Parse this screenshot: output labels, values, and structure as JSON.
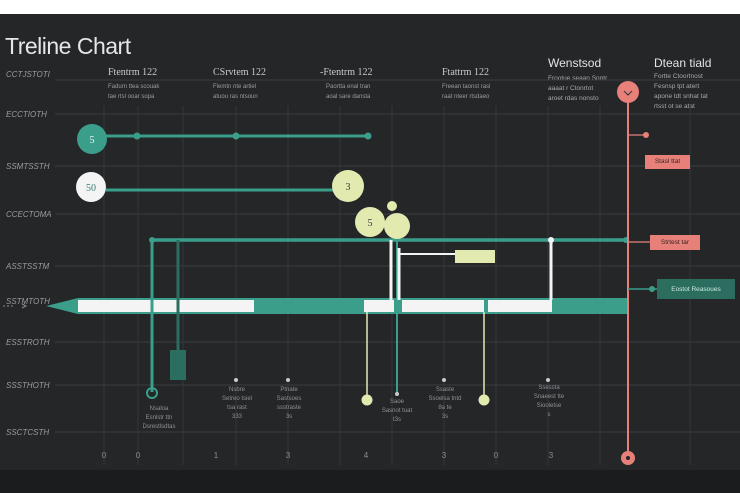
{
  "chart_data": {
    "type": "timeline",
    "title": "Treline Chart",
    "columns": [
      {
        "heading": "Ftentrm 122",
        "lines": [
          "Fadurn ttea scouak",
          "tae rtsl ooar sopa"
        ]
      },
      {
        "heading": "CSrvtem 122",
        "lines": [
          "Flemtn nte artiel",
          "atuou ras ntsoun"
        ]
      },
      {
        "heading": "-Ftentrm 122",
        "lines": [
          "Paortta enal tran",
          "aoal sare dansta"
        ]
      },
      {
        "heading": "Ftattrm 122",
        "lines": [
          "Freean taonst rasl",
          "raat nteer rtsdaeo"
        ]
      }
    ],
    "right_headers": [
      {
        "heading": "Wenstsod",
        "lines": [
          "Frootue seaan Sontr",
          "aaaat r Ctonrtot",
          "aroet rdas nonsto"
        ]
      },
      {
        "heading": "Dtean tiald",
        "lines": [
          "Fortte Ctoortnost",
          "Fesnsp tpt atert",
          "apone tdt snhat tat",
          "rtsst ot se atat"
        ]
      }
    ],
    "row_labels": [
      "CCTJSTOTI",
      "ECCTIOTH",
      "SSMTSSTH",
      "CCECTOMA",
      "ASSTSSTM",
      "SSTMTOTH",
      "ESSTROTH",
      "SSSTHOTH",
      "SSCTCSTH"
    ],
    "x_ticks": [
      "0",
      "0",
      "1",
      "3",
      "4",
      "3",
      "0",
      "3"
    ],
    "milestones": [
      "5",
      "50",
      "3",
      "5"
    ],
    "tags": [
      "Stasl ttat",
      "Strtest tar",
      "Eostot Reasoues"
    ],
    "footnotes": [
      {
        "lines": [
          "Nsaloa",
          "Esnlstr ttn",
          "Dsrestlsdtas"
        ]
      },
      {
        "lines": [
          "Nsbre",
          "Setreo tsiel",
          "tsa rast",
          "333"
        ]
      },
      {
        "lines": [
          "Ptnate",
          "Sastsoes",
          "ssstraste",
          "3s"
        ]
      },
      {
        "lines": [
          "Saoe",
          "Sasnot tuat",
          "t3s"
        ]
      },
      {
        "lines": [
          "Ssaste",
          "Ssoelsa tntd",
          "8a te",
          "3s"
        ]
      },
      {
        "lines": [
          "Ssessta",
          "Snaeest tte",
          "Siooletse",
          "s"
        ]
      }
    ],
    "colors": {
      "background": "#242628",
      "teal": "#3a9e8a",
      "teal_dark": "#2b6e60",
      "lime": "#e3eab0",
      "salmon": "#e8807a",
      "white": "#f4f4f4",
      "grid": "#3a3d40"
    }
  }
}
